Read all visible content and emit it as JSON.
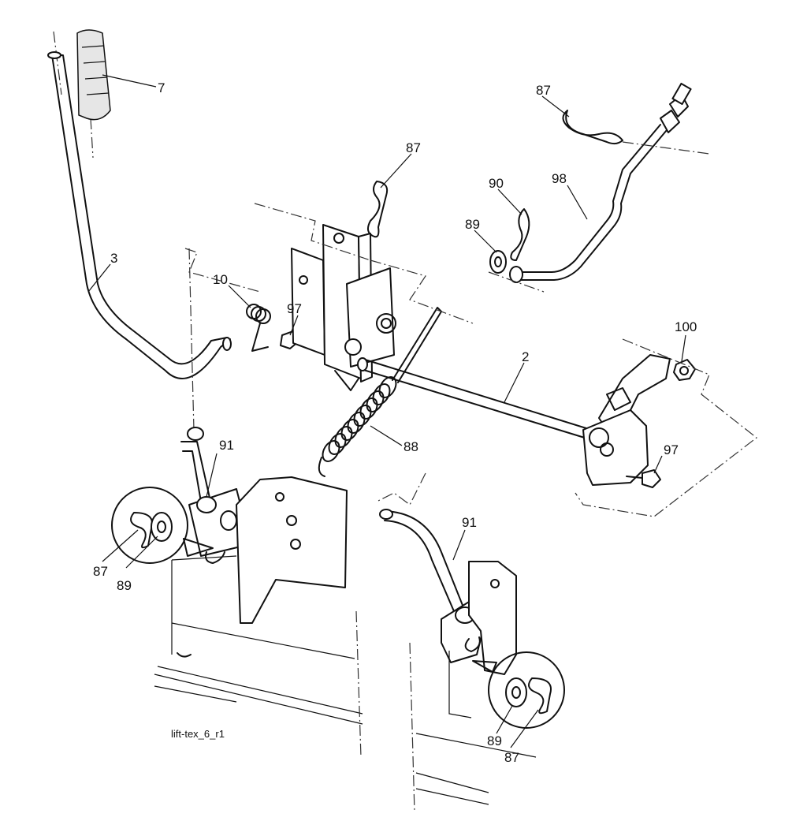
{
  "figure_code": "lift-tex_6_r1",
  "callouts": {
    "c7": "7",
    "c3": "3",
    "c10": "10",
    "c97a": "97",
    "c87a": "87",
    "c87b": "87",
    "c90": "90",
    "c89a": "89",
    "c98": "98",
    "c2": "2",
    "c100": "100",
    "c88": "88",
    "c97b": "97",
    "c91a": "91",
    "c91b": "91",
    "c87c": "87",
    "c89b": "89",
    "c89c": "89",
    "c87d": "87"
  }
}
